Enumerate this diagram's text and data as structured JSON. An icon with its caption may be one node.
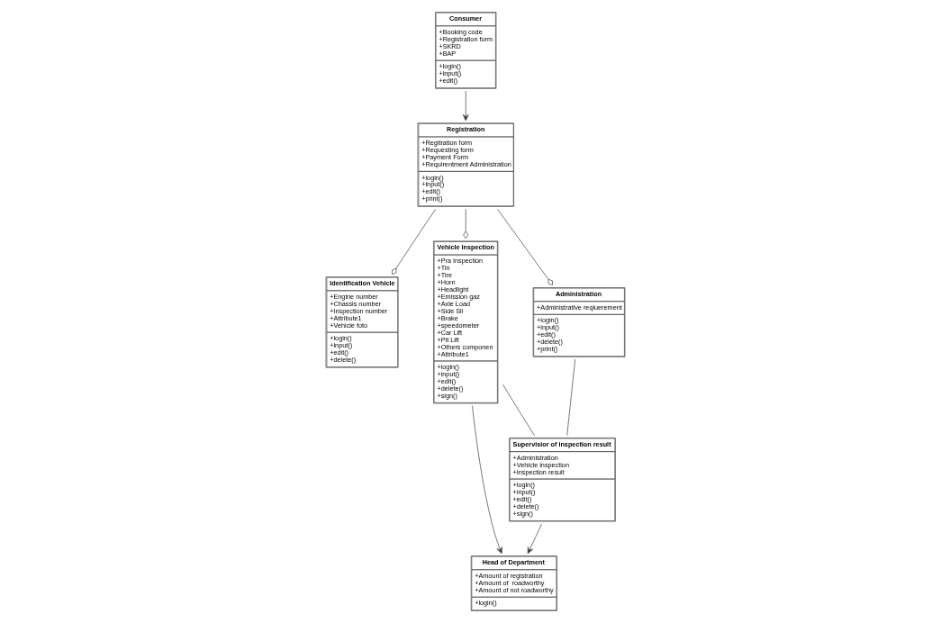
{
  "diagram": {
    "nodes": [
      {
        "text": [
          "Consumer",
          "+Booking code",
          "+Registration form",
          "+SKRD",
          "+BAP",
          "+login()",
          "+input()",
          "+edit()"
        ]
      },
      {
        "text": [
          "Identification Vehicle",
          "+Engine number",
          "+Chassis number",
          "+Inspection number",
          "+Attribute1",
          "+Vehicle foto",
          "+login()",
          "+input()",
          "+edit()",
          "+delete()"
        ]
      },
      {
        "text": [
          "Vehicle Inspection",
          "+Pra Inspection",
          "+Tin",
          "+Tire",
          "+Horn",
          "+Headlight",
          "+Emission gaz",
          "+Axle Load",
          "+Side Sli",
          "+Brake",
          "+speedometer",
          "+Car Lift",
          "+Pit Lift",
          "+Others componen",
          "+Attribute1",
          "+login()",
          "+input()",
          "+edit()",
          "+delete()",
          "+sign()"
        ]
      },
      {
        "text": [
          "Head of Department",
          "+Amount of registration",
          "+Amount of  roadworthy",
          "+Amount of not roadworthy",
          "+login()"
        ]
      },
      {
        "text": [
          "Registration",
          "+Regitration form",
          "+Requesting form",
          "+Payment Form",
          "+Requirentment Administration",
          "+login()",
          "+input()",
          "+edit()",
          "+print()"
        ]
      },
      {
        "text": [
          "Supervisior of inspection result",
          "+Administration",
          "+Vehicle inspection",
          "+Inspection result",
          "+login()",
          "+input()",
          "+edit()",
          "+delete()",
          "+sign()"
        ]
      },
      {
        "text": [
          "Administration",
          "+Administrative reqiuerement",
          "+login()",
          "+input()",
          "+edit()",
          "+delete()",
          "+print()"
        ]
      }
    ],
    "edges": [
      {
        "from": 0,
        "to": 4,
        "arrow": "to"
      },
      {
        "from": 4,
        "to": 1,
        "arrow": "other"
      },
      {
        "from": 4,
        "to": 2,
        "arrow": "other"
      },
      {
        "from": 4,
        "to": 6,
        "arrow": "other"
      },
      {
        "from": 2,
        "to": 3,
        "arrow": "to"
      },
      {
        "from": 2,
        "to": 5,
        "arrow": "none"
      },
      {
        "from": 5,
        "to": 3,
        "arrow": "to"
      },
      {
        "from": 6,
        "to": 5,
        "arrow": "none"
      }
    ]
  }
}
